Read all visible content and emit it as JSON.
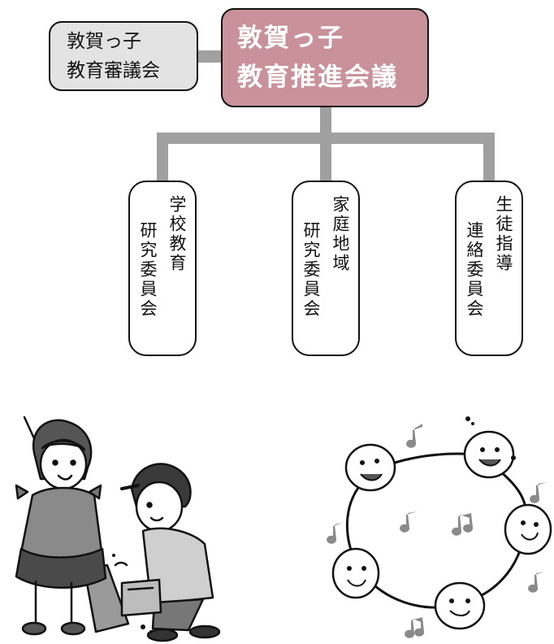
{
  "council": {
    "line1": "敦賀っ子",
    "line2": "教育審議会"
  },
  "meeting": {
    "line1": "敦賀っ子",
    "line2": "教育推進会議"
  },
  "committees": [
    {
      "name": "学校教育",
      "suffix": "研究委員会"
    },
    {
      "name": "家庭地域",
      "suffix": "研究委員会"
    },
    {
      "name": "生徒指導",
      "suffix": "連絡委員会"
    }
  ],
  "colors": {
    "meeting_fill": "#c9929a",
    "council_fill": "#e3e3e3",
    "connector": "#a0a0a0"
  },
  "illustrations": [
    "children-sweeping-illustration",
    "children-dancing-circle-illustration"
  ]
}
